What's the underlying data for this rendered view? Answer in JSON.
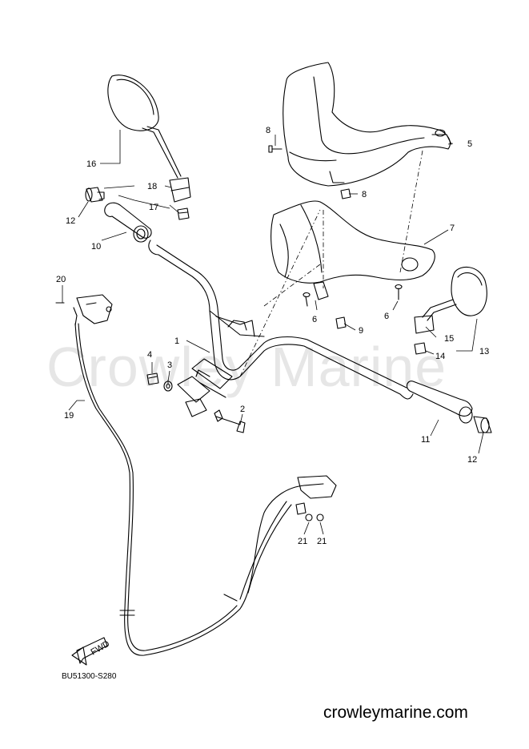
{
  "diagram": {
    "reference_code": "BU51300-S280",
    "website": "crowleymarine.com",
    "watermark": "Crowley Marine",
    "fwd_label": "FWD"
  },
  "callouts": [
    {
      "id": "c1",
      "label": "1"
    },
    {
      "id": "c2",
      "label": "2"
    },
    {
      "id": "c3",
      "label": "3"
    },
    {
      "id": "c4",
      "label": "4"
    },
    {
      "id": "c5",
      "label": "5"
    },
    {
      "id": "c6a",
      "label": "6"
    },
    {
      "id": "c6b",
      "label": "6"
    },
    {
      "id": "c7",
      "label": "7"
    },
    {
      "id": "c8a",
      "label": "8"
    },
    {
      "id": "c8b",
      "label": "8"
    },
    {
      "id": "c9",
      "label": "9"
    },
    {
      "id": "c10",
      "label": "10"
    },
    {
      "id": "c11",
      "label": "11"
    },
    {
      "id": "c12a",
      "label": "12"
    },
    {
      "id": "c12b",
      "label": "12"
    },
    {
      "id": "c13",
      "label": "13"
    },
    {
      "id": "c14",
      "label": "14"
    },
    {
      "id": "c15",
      "label": "15"
    },
    {
      "id": "c16",
      "label": "16"
    },
    {
      "id": "c17",
      "label": "17"
    },
    {
      "id": "c18",
      "label": "18"
    },
    {
      "id": "c19",
      "label": "19"
    },
    {
      "id": "c20",
      "label": "20"
    },
    {
      "id": "c21a",
      "label": "21"
    },
    {
      "id": "c21b",
      "label": "21"
    }
  ]
}
